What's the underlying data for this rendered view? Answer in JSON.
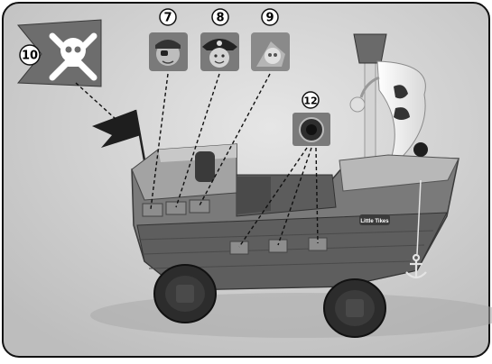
{
  "callouts": {
    "flag_sticker": "10",
    "sticker_pirate_eyepatch": "7",
    "sticker_pirate_hat": "8",
    "sticker_skull_bones": "9",
    "cannon_sticker": "12"
  },
  "brand_logo_text": "Little Tikes",
  "colors": {
    "background": "#cfcfcf",
    "frame": "#111111",
    "hull_dark": "#6c6c6c",
    "hull_light": "#9a9a9a",
    "deck_light": "#c9c9c9",
    "wheel": "#2c2c2c"
  },
  "icons": [
    "skull-crossbones-icon",
    "pirate-eyepatch-icon",
    "pirate-hat-icon",
    "skull-icon",
    "cannon-icon",
    "anchor-icon"
  ]
}
